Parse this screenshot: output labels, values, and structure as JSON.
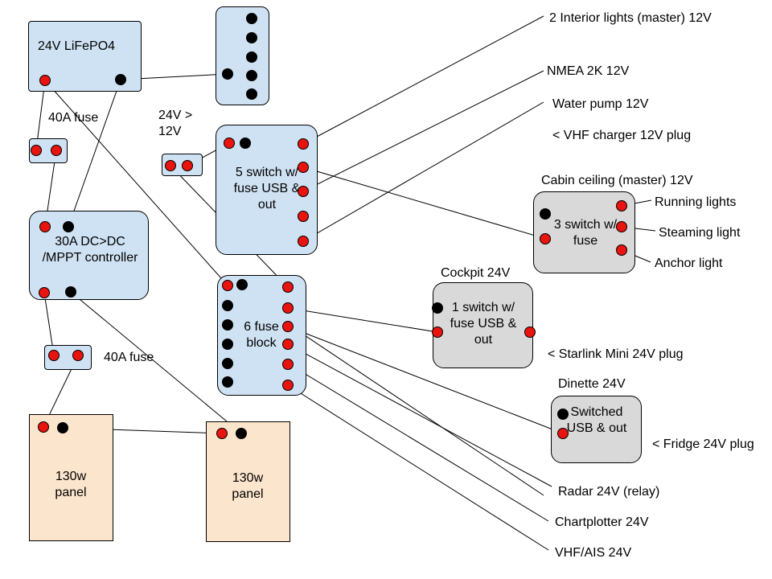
{
  "components": {
    "battery": "24V LiFePO4",
    "fuse_top": "40A fuse",
    "converter_label": "24V > 12V",
    "controller": "30A DC>DC /MPPT controller",
    "fuse_bottom": "40A fuse",
    "panel_left": "130w panel",
    "panel_right": "130w panel",
    "switch5": "5 switch w/ fuse USB & out",
    "fuse_block": "6 fuse block",
    "switch3": "3 switch w/ fuse",
    "switch1": "1 switch w/ fuse USB & out",
    "dinette_box": "Switched USB & out"
  },
  "group_labels": {
    "cabin_ceiling": "Cabin ceiling (master) 12V",
    "cockpit": "Cockpit 24V",
    "dinette": "Dinette 24V"
  },
  "loads": {
    "interior_lights": "2 Interior lights (master) 12V",
    "nmea": "NMEA 2K 12V",
    "water_pump": "Water pump 12V",
    "vhf_charger": "< VHF charger 12V plug",
    "running_lights": "Running lights",
    "steaming_light": "Steaming light",
    "anchor_light": "Anchor light",
    "starlink": "< Starlink Mini 24V plug",
    "fridge": "< Fridge 24V plug",
    "radar": "Radar 24V (relay)",
    "chartplotter": "Chartplotter 24V",
    "vhf_ais": "VHF/AIS 24V"
  },
  "colors": {
    "box_blue": "#cfe2f3",
    "box_grey": "#d9d9d9",
    "box_tan": "#fce5cd",
    "terminal_positive": "#e8140f",
    "terminal_negative": "#000000"
  }
}
